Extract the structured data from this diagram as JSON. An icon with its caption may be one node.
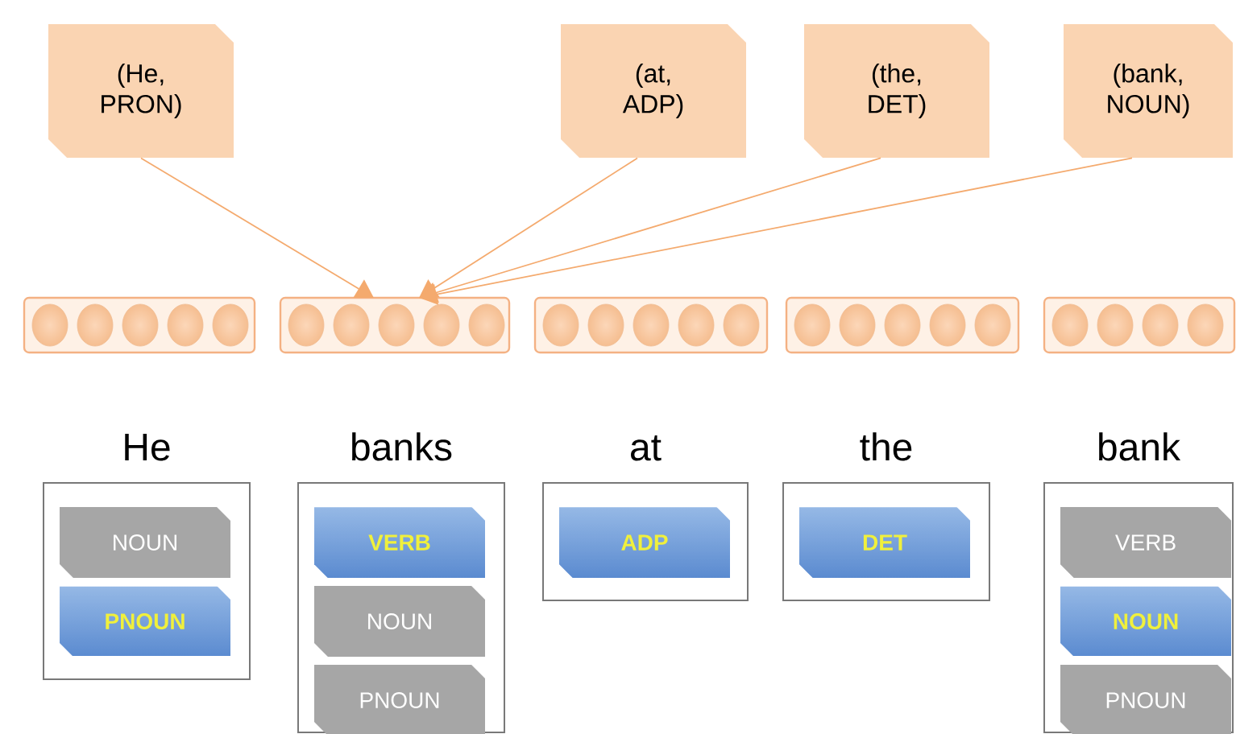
{
  "diagram": {
    "nodes": [
      {
        "text": [
          "(He, PRON)"
        ]
      },
      {
        "text": [
          "(at, ADP)"
        ]
      },
      {
        "text": [
          "(the, DET)"
        ]
      },
      {
        "text": [
          "(bank, NOUN)"
        ]
      },
      {
        "text": [],
        "shape": "bar"
      },
      {
        "text": [],
        "shape": "bar"
      },
      {
        "text": [],
        "shape": "bar"
      },
      {
        "text": [],
        "shape": "bar"
      },
      {
        "text": [],
        "shape": "bar"
      },
      {
        "text": [
          "He"
        ]
      },
      {
        "text": [
          "NOUN"
        ],
        "in": 9
      },
      {
        "text": [
          "PNOUN"
        ],
        "in": 9
      },
      {
        "text": [
          "banks"
        ]
      },
      {
        "text": [
          "VERB"
        ],
        "in": 12
      },
      {
        "text": [
          "NOUN"
        ],
        "in": 12
      },
      {
        "text": [
          "PNOUN"
        ],
        "in": 12
      },
      {
        "text": [
          "at"
        ]
      },
      {
        "text": [
          "ADP"
        ],
        "in": 16
      },
      {
        "text": [
          "the"
        ]
      },
      {
        "text": [
          "DET"
        ],
        "in": 18
      },
      {
        "text": [
          "bank"
        ]
      },
      {
        "text": [
          "VERB"
        ],
        "in": 20
      },
      {
        "text": [
          "NOUN"
        ],
        "in": 20
      },
      {
        "text": [
          "PNOUN"
        ],
        "in": 20
      }
    ],
    "edges": [
      {
        "from": 0,
        "to": 5,
        "arrow": "to"
      },
      {
        "from": 1,
        "to": 5,
        "arrow": "to"
      },
      {
        "from": 2,
        "to": 5,
        "arrow": "to"
      },
      {
        "from": 3,
        "to": 5,
        "arrow": "to"
      }
    ]
  }
}
